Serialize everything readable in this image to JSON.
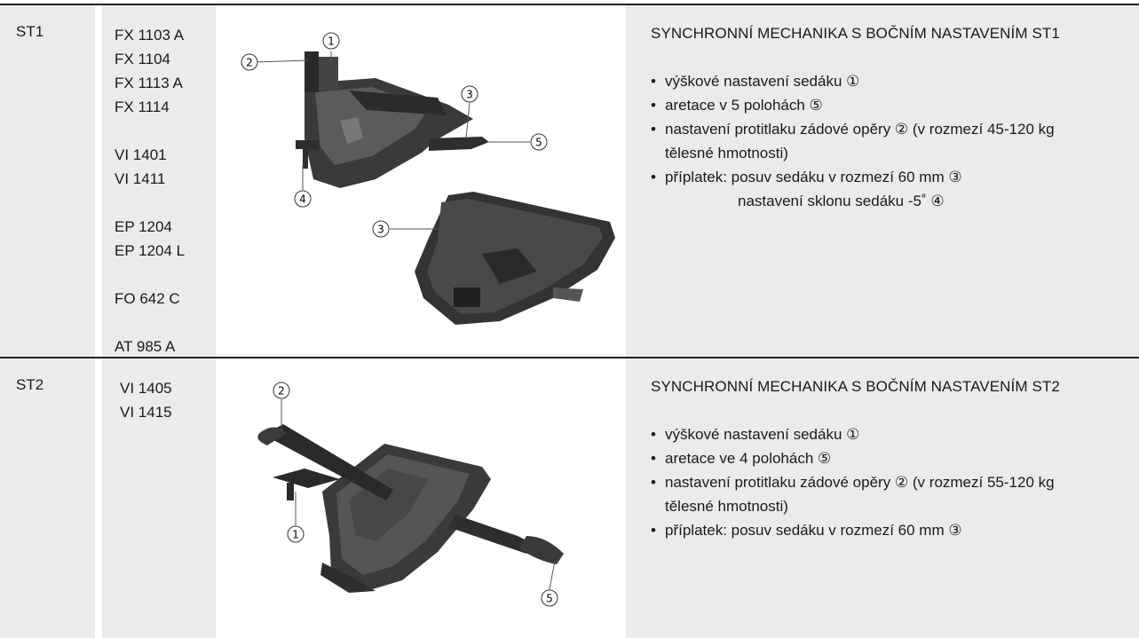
{
  "rows": [
    {
      "code": "ST1",
      "models": [
        "FX 1103 A",
        "FX 1104",
        "FX 1113 A",
        "FX 1114",
        "",
        "VI 1401",
        "VI 1411",
        "",
        "EP 1204",
        "EP 1204 L",
        "",
        "FO 642 C",
        "",
        "AT 985 A"
      ],
      "callouts": [
        "1",
        "2",
        "3",
        "4",
        "5",
        "3"
      ],
      "title": "SYNCHRONNÍ MECHANIKA S BOČNÍM NASTAVENÍM ST1",
      "bullets": [
        "výškové nastavení sedáku ①",
        "aretace v 5 polohách ⑤",
        "nastavení protitlaku zádové opěry ② (v rozmezí 45-120 kg",
        "tělesné hmotnosti)",
        "příplatek: posuv sedáku v rozmezí 60 mm ③",
        "nastavení sklonu sedáku -5˚ ④"
      ]
    },
    {
      "code": "ST2",
      "models": [
        "VI 1405",
        "VI 1415"
      ],
      "callouts": [
        "2",
        "1",
        "5"
      ],
      "title": "SYNCHRONNÍ MECHANIKA S BOČNÍM NASTAVENÍM ST2",
      "bullets": [
        "výškové nastavení sedáku ①",
        "aretace ve 4 polohách ⑤",
        "nastavení protitlaku zádové opěry ② (v rozmezí 55-120 kg",
        "tělesné hmotnosti)",
        "příplatek: posuv sedáku v rozmezí 60 mm ③"
      ]
    }
  ]
}
